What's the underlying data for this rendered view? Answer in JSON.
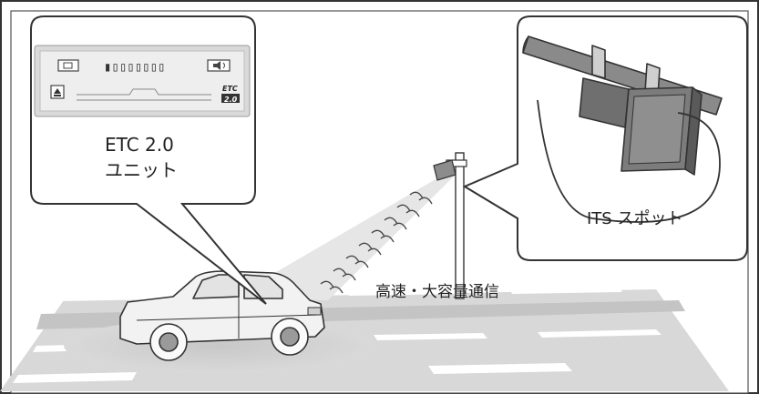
{
  "etc_unit": {
    "label_line1": "ETC 2.0",
    "label_line2": "ユニット",
    "display_digits": "▮▯▯▯▯▯▯▯",
    "logo_top": "ETC",
    "logo_bottom": "2.0"
  },
  "its_spot": {
    "label": "ITS スポット"
  },
  "communication": {
    "label": "高速・大容量通信"
  },
  "colors": {
    "frame": "#333333",
    "inner_border": "#555555",
    "background": "#ffffff",
    "road": "#d6d6d6",
    "car_body": "#f2f2f2",
    "device_gray": "#8f8f8f",
    "beam": "#e4e4e4"
  },
  "icons": [
    "eject-icon",
    "volume-icon",
    "card-icon"
  ]
}
